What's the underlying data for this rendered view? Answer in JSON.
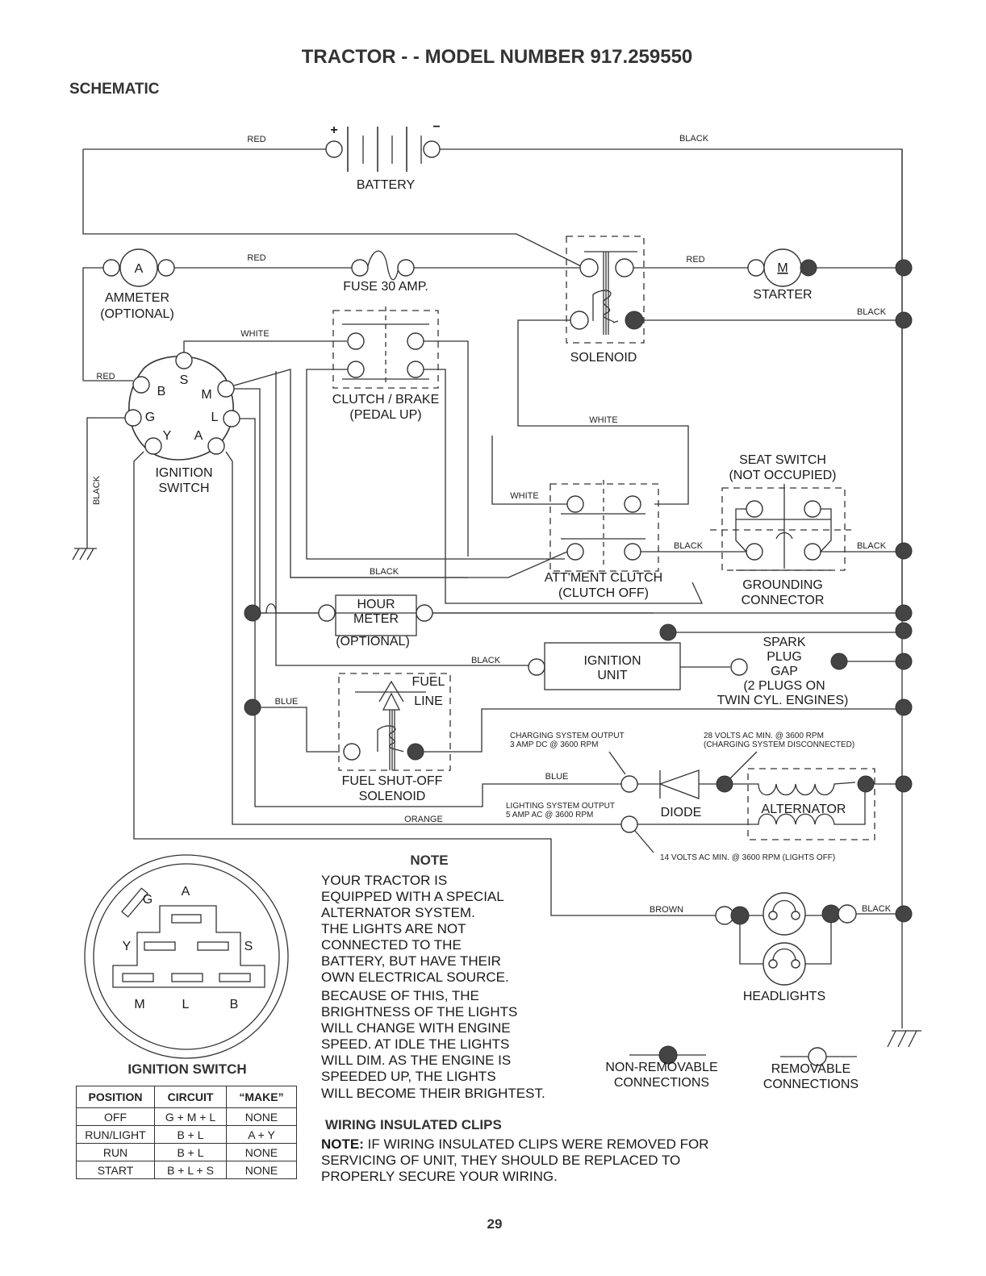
{
  "page": {
    "title": "TRACTOR - - MODEL NUMBER 917.259550",
    "section": "SCHEMATIC",
    "page_number": "29"
  },
  "components": {
    "battery": {
      "label": "BATTERY",
      "plus": "+",
      "minus": "−"
    },
    "ammeter": {
      "symbol": "A",
      "label1": "AMMETER",
      "label2": "(OPTIONAL)"
    },
    "fuse": {
      "label": "FUSE 30 AMP."
    },
    "solenoid": {
      "label": "SOLENOID"
    },
    "starter": {
      "symbol": "M",
      "label": "STARTER"
    },
    "ignition_switch": {
      "label1": "IGNITION",
      "label2": "SWITCH",
      "pins": [
        "S",
        "B",
        "M",
        "G",
        "L",
        "Y",
        "A"
      ]
    },
    "clutch_brake": {
      "label1": "CLUTCH / BRAKE",
      "label2": "(PEDAL UP)"
    },
    "seat_switch": {
      "label1": "SEAT SWITCH",
      "label2": "(NOT OCCUPIED)"
    },
    "attment_clutch": {
      "label1": "ATT'MENT CLUTCH",
      "label2": "(CLUTCH OFF)"
    },
    "grounding_connector": {
      "label1": "GROUNDING",
      "label2": "CONNECTOR"
    },
    "hour_meter": {
      "label1": "HOUR",
      "label2": "METER",
      "label3": "(OPTIONAL)"
    },
    "ignition_unit": {
      "label1": "IGNITION",
      "label2": "UNIT"
    },
    "spark_plug": {
      "lines": [
        "SPARK",
        "PLUG",
        "GAP",
        "(2 PLUGS ON",
        "TWIN CYL. ENGINES)"
      ]
    },
    "fuel_solenoid": {
      "fuel1": "FUEL",
      "fuel2": "LINE",
      "label1": "FUEL SHUT-OFF",
      "label2": "SOLENOID"
    },
    "diode": {
      "label": "DIODE"
    },
    "alternator": {
      "label": "ALTERNATOR"
    },
    "headlights": {
      "label": "HEADLIGHTS"
    }
  },
  "wires": {
    "red_top": "RED",
    "black_top": "BLACK",
    "red_ammeter": "RED",
    "red_starter": "RED",
    "black_solenoid": "BLACK",
    "white_switch": "WHITE",
    "red_switch": "RED",
    "black_ground": "BLACK",
    "white_mid": "WHITE",
    "white_clutch": "WHITE",
    "black_clutch": "BLACK",
    "black_seat": "BLACK",
    "black_lower": "BLACK",
    "black_ignition": "BLACK",
    "blue_fuel": "BLUE",
    "blue_diode": "BLUE",
    "orange": "ORANGE",
    "brown": "BROWN",
    "black_headlight": "BLACK"
  },
  "annotations": {
    "charging1": "CHARGING SYSTEM OUTPUT",
    "charging2": "3 AMP DC @ 3600 RPM",
    "volts28_1": "28 VOLTS AC MIN. @ 3600 RPM",
    "volts28_2": "(CHARGING SYSTEM DISCONNECTED)",
    "lighting1": "LIGHTING SYSTEM OUTPUT",
    "lighting2": "5 AMP AC @ 3600 RPM",
    "volts14": "14 VOLTS AC MIN. @ 3600 RPM (LIGHTS OFF)"
  },
  "switch_face": {
    "pins": [
      "G",
      "A",
      "Y",
      "S",
      "M",
      "L",
      "B"
    ],
    "title": "IGNITION SWITCH"
  },
  "switch_table": {
    "headers": [
      "POSITION",
      "CIRCUIT",
      "“MAKE”"
    ],
    "rows": [
      [
        "OFF",
        "G + M + L",
        "NONE"
      ],
      [
        "RUN/LIGHT",
        "B + L",
        "A + Y"
      ],
      [
        "RUN",
        "B + L",
        "NONE"
      ],
      [
        "START",
        "B + L + S",
        "NONE"
      ]
    ]
  },
  "note": {
    "title": "NOTE",
    "lines": [
      "YOUR TRACTOR IS",
      "EQUIPPED WITH A SPECIAL",
      "ALTERNATOR SYSTEM.",
      "THE LIGHTS ARE NOT",
      "CONNECTED TO THE",
      "BATTERY, BUT HAVE THEIR",
      "OWN ELECTRICAL SOURCE.",
      "BECAUSE OF THIS, THE",
      "BRIGHTNESS OF THE LIGHTS",
      "WILL CHANGE WITH ENGINE",
      "SPEED.  AT IDLE THE LIGHTS",
      "WILL DIM.  AS THE ENGINE IS",
      "SPEEDED UP, THE LIGHTS",
      "WILL BECOME THEIR BRIGHTEST."
    ]
  },
  "legend": {
    "non_removable1": "NON-REMOVABLE",
    "non_removable2": "CONNECTIONS",
    "removable1": "REMOVABLE",
    "removable2": "CONNECTIONS"
  },
  "clips": {
    "title": "WIRING INSULATED CLIPS",
    "note_prefix": "NOTE:",
    "line1": " IF WIRING INSULATED CLIPS WERE REMOVED FOR",
    "line2": "SERVICING OF UNIT, THEY SHOULD BE REPLACED TO",
    "line3": "PROPERLY SECURE YOUR WIRING."
  }
}
